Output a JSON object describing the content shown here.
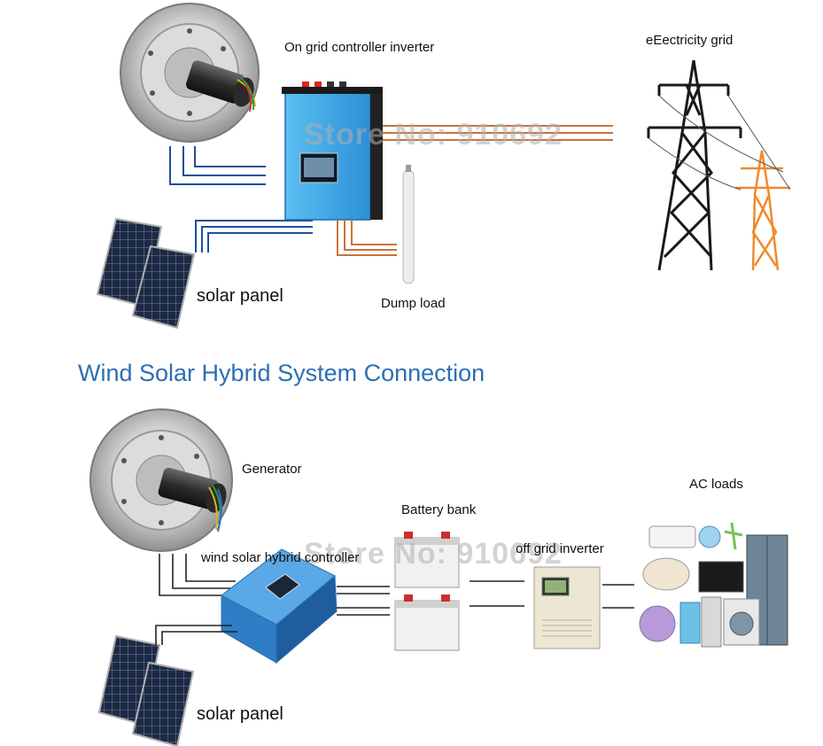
{
  "top": {
    "controller_label": "On grid controller inverter",
    "grid_label": "eEectricity grid",
    "solar_label": "solar panel",
    "dump_label": "Dump load",
    "watermark": "Store No: 910692"
  },
  "section_title": "Wind Solar Hybrid System Connection",
  "bottom": {
    "generator_label": "Generator",
    "battery_label": "Battery bank",
    "controller_label": "wind solar hybrid controller",
    "inverter_label": "off grid inverter",
    "loads_label": "AC loads",
    "solar_label": "solar panel",
    "watermark": "Store No: 910692"
  },
  "colors": {
    "heading": "#2d6fb3",
    "wire_blue": "#1f4f9e",
    "wire_orange": "#c9733a",
    "inverter_blue": "#3aa7e6",
    "tower_orange": "#f08a2c"
  }
}
